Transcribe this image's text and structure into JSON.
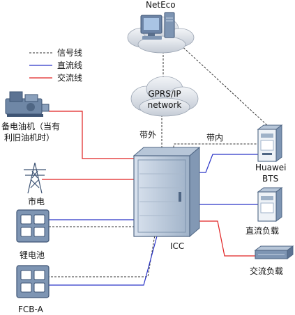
{
  "nodes": {
    "neteco": "NetEco",
    "gprs_line1": "GPRS/IP",
    "gprs_line2": "network",
    "diesel_line1": "备电油机（当有",
    "diesel_line2": "利旧油机时）",
    "mains": "市电",
    "battery": "锂电池",
    "fcb": "FCB-A",
    "icc": "ICC",
    "bts_line1": "Huawei",
    "bts_line2": "BTS",
    "dc_load": "直流负载",
    "ac_load": "交流负载"
  },
  "links": {
    "out_of_band": "带外",
    "in_band": "带内"
  },
  "legend": {
    "signal": "信号线",
    "dc": "直流线",
    "ac": "交流线"
  },
  "colors": {
    "signal": "#333333",
    "dc": "#2a34c8",
    "ac": "#e02020",
    "device": "#7d93ad",
    "device_dark": "#4f6684",
    "cloud": "#d7dce3"
  }
}
